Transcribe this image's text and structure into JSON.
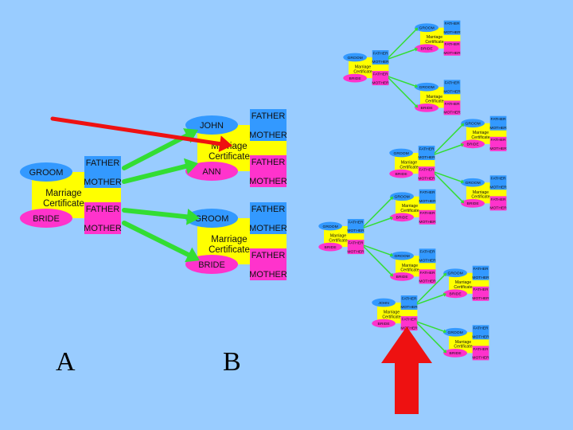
{
  "labels": {
    "groom": "GROOM",
    "bride": "BRIDE",
    "father": "FATHER",
    "mother": "MOTHER",
    "john": "JOHN",
    "ann": "ANN",
    "marriage": "Marriage",
    "certificate": "Certificate",
    "small_father": "FATHER",
    "small_mother": "MOTHER"
  },
  "slide_labels": {
    "a": "A",
    "b": "B"
  },
  "colors": {
    "background": "#99ccff",
    "certificate": "#ffff00",
    "groom": "#3399ff",
    "bride": "#ff33cc",
    "arrow_green": "#33dd33",
    "arrow_red": "#ee1111"
  }
}
